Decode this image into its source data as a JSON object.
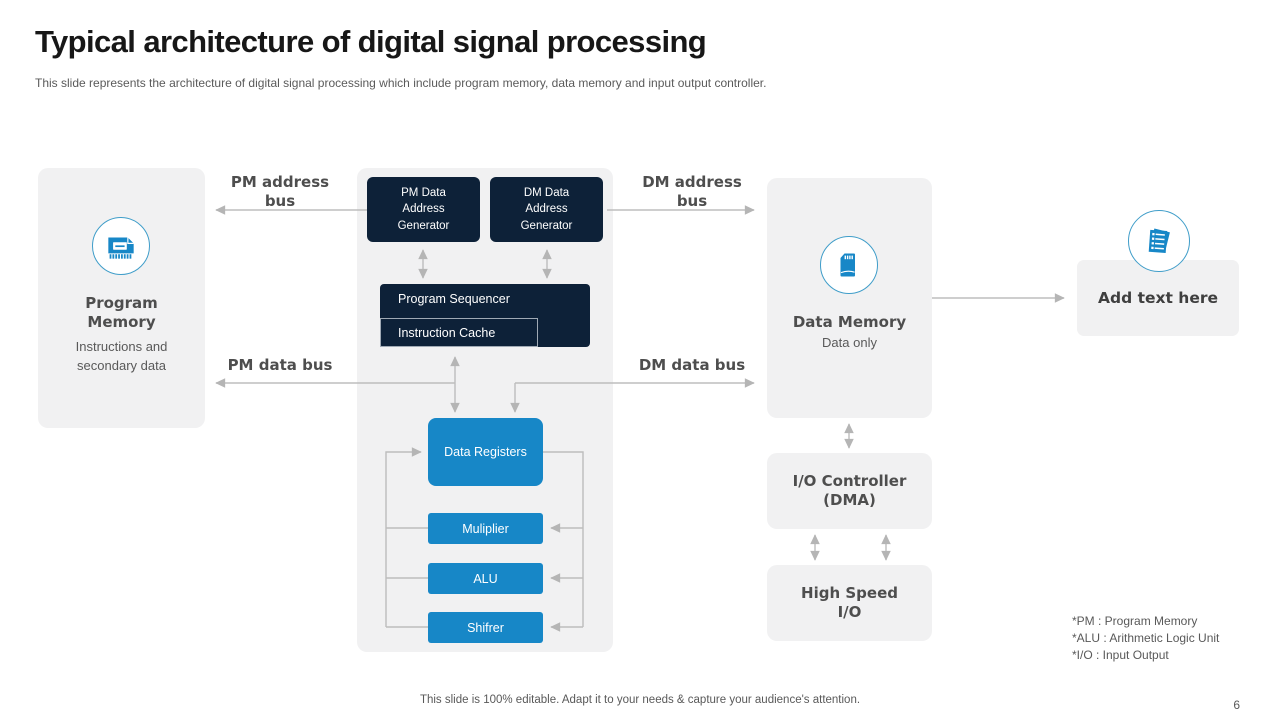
{
  "slide": {
    "title": "Typical architecture of digital signal processing",
    "subtitle": "This slide represents the architecture of digital signal processing which include program memory, data memory and input output controller.",
    "footer_note": "This slide is 100% editable. Adapt it to your needs & capture your audience's attention.",
    "page_number": "6"
  },
  "colors": {
    "navy": "#0d2138",
    "blue": "#1787c7",
    "panel_gray": "#f1f1f2",
    "arrow_gray": "#b5b5b5",
    "text_gray": "#595959",
    "icon_circle_border": "#3f9dc9"
  },
  "nodes": {
    "program_memory": {
      "title": "Program\nMemory",
      "subtitle": "Instructions and\nsecondary data",
      "icon": "memory-chip-icon"
    },
    "pm_dag": {
      "label": "PM Data\nAddress\nGenerator"
    },
    "dm_dag": {
      "label": "DM Data\nAddress\nGenerator"
    },
    "program_sequencer": {
      "label": "Program Sequencer"
    },
    "instruction_cache": {
      "label": "Instruction Cache"
    },
    "data_registers": {
      "label": "Data Registers"
    },
    "multiplier": {
      "label": "Muliplier"
    },
    "alu": {
      "label": "ALU"
    },
    "shifter": {
      "label": "Shifrer"
    },
    "data_memory": {
      "title": "Data Memory",
      "subtitle": "Data only",
      "icon": "sd-card-icon"
    },
    "io_controller": {
      "label": "I/O Controller\n(DMA)"
    },
    "high_speed_io": {
      "label": "High Speed\nI/O"
    },
    "add_text": {
      "label": "Add text here",
      "icon": "checklist-papers-icon"
    }
  },
  "bus_labels": {
    "pm_address": "PM address\nbus",
    "dm_address": "DM address\nbus",
    "pm_data": "PM data bus",
    "dm_data": "DM data bus"
  },
  "footnotes": [
    "*PM : Program Memory",
    "*ALU : Arithmetic Logic Unit",
    "*I/O : Input Output"
  ]
}
